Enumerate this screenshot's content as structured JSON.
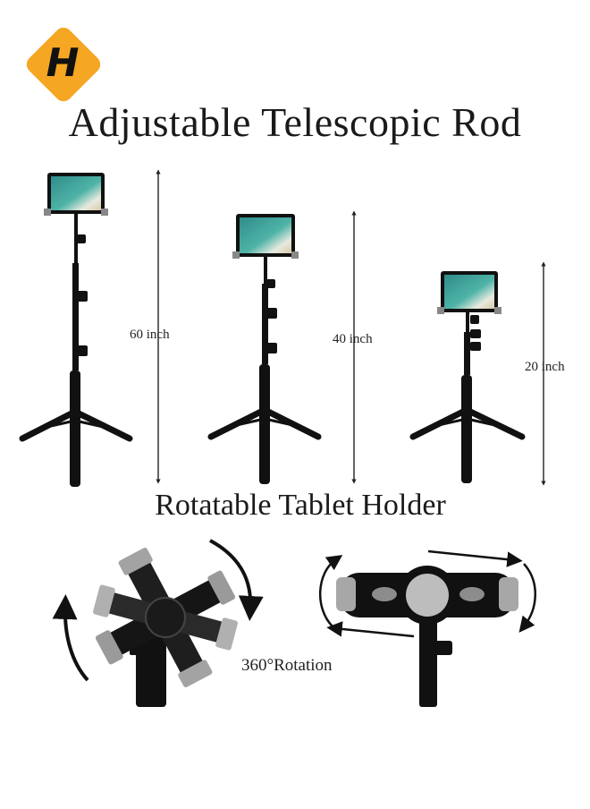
{
  "title": "Adjustable Telescopic Rod",
  "subtitle": "Rotatable Tablet Holder",
  "heights": [
    "60 inch",
    "40 inch",
    "20 inch"
  ],
  "rotation_label": "360°Rotation",
  "logo": {
    "letter": "H",
    "color": "#f5a623"
  }
}
